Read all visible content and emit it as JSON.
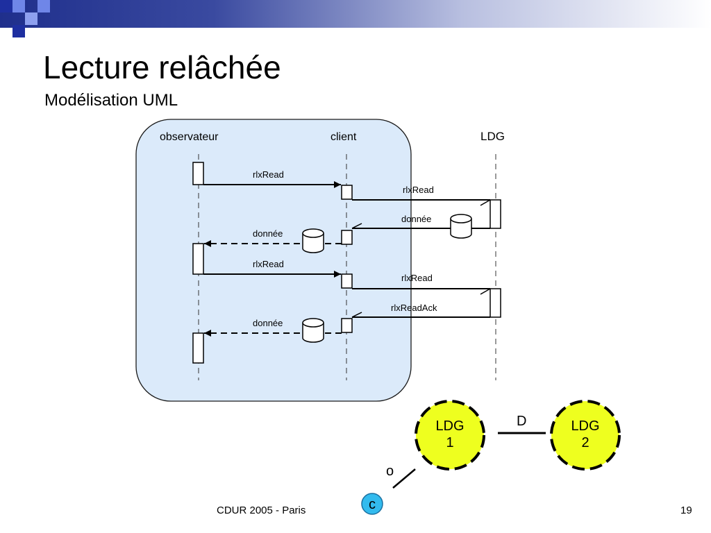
{
  "slide": {
    "title": "Lecture relâchée",
    "subtitle": "Modélisation UML",
    "footer": "CDUR 2005 - Paris",
    "page_number": "19"
  },
  "sequence_diagram": {
    "lifelines": {
      "observer": "observateur",
      "client": "client",
      "ldg": "LDG"
    },
    "messages": {
      "m1": "rlxRead",
      "m2": "rlxRead",
      "m3": "donnée",
      "m4": "donnée",
      "m5": "rlxRead",
      "m6": "rlxRead",
      "m7": "rlxReadAck",
      "m8": "donnée"
    },
    "colors": {
      "region_fill": "#dbeafa",
      "region_stroke": "#1a1a1a"
    }
  },
  "network": {
    "node1": {
      "line1": "LDG",
      "line2": "1"
    },
    "node2": {
      "line1": "LDG",
      "line2": "2"
    },
    "link_label": "D",
    "o_label": "o",
    "client_label": "c",
    "colors": {
      "node_fill": "#eeff1f",
      "client_fill": "#33bbee"
    }
  }
}
